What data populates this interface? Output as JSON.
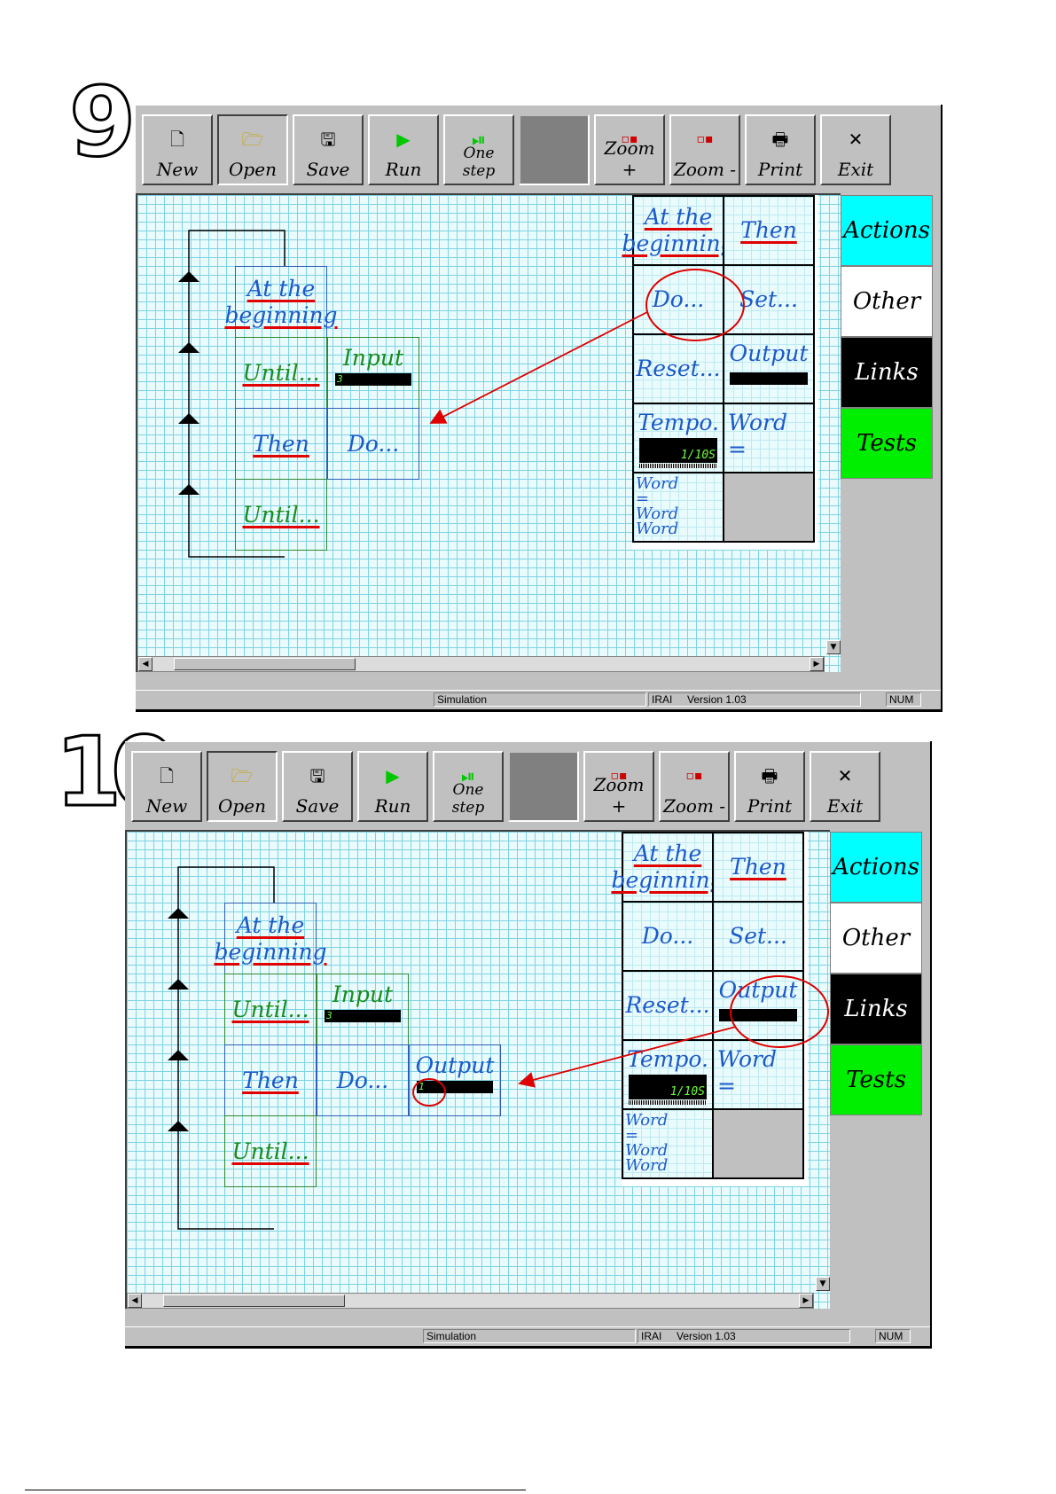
{
  "steps": [
    {
      "number": "9",
      "toolbar": {
        "new": "New",
        "open": "Open",
        "save": "Save",
        "run": "Run",
        "one_step": "One step",
        "zoom_in": "Zoom +",
        "zoom_out": "Zoom -",
        "print": "Print",
        "exit": "Exit"
      },
      "program": {
        "at_beginning_1": "At the",
        "at_beginning_2": "beginning",
        "until_1": "Until...",
        "input_label": "Input",
        "input_value": "3",
        "then": "Then",
        "do": "Do...",
        "until_2": "Until..."
      },
      "palette": {
        "at_beginning_1": "At the",
        "at_beginning_2": "beginning",
        "then": "Then",
        "do": "Do...",
        "set": "Set...",
        "reset": "Reset...",
        "output": "Output",
        "tempo": "Tempo.",
        "tempo_value": "1/10S",
        "word": "Word",
        "word_eq": "=",
        "words_1": "Word",
        "words_2": "=",
        "words_3": "Word",
        "words_4": "Word"
      },
      "side_tabs": {
        "actions": "Actions",
        "other": "Other",
        "links": "Links",
        "tests": "Tests"
      },
      "status": {
        "mode": "Simulation",
        "company": "IRAI",
        "version": "Version 1.03",
        "num": "NUM"
      }
    },
    {
      "number": "10",
      "toolbar": {
        "new": "New",
        "open": "Open",
        "save": "Save",
        "run": "Run",
        "one_step": "One step",
        "zoom_in": "Zoom +",
        "zoom_out": "Zoom -",
        "print": "Print",
        "exit": "Exit"
      },
      "program": {
        "at_beginning_1": "At the",
        "at_beginning_2": "beginning",
        "until_1": "Until...",
        "input_label": "Input",
        "input_value": "3",
        "then": "Then",
        "do": "Do...",
        "output_label": "Output",
        "output_value": "1",
        "until_2": "Until..."
      },
      "palette": {
        "at_beginning_1": "At the",
        "at_beginning_2": "beginning",
        "then": "Then",
        "do": "Do...",
        "set": "Set...",
        "reset": "Reset...",
        "output": "Output",
        "tempo": "Tempo.",
        "tempo_value": "1/10S",
        "word": "Word",
        "word_eq": "=",
        "words_1": "Word",
        "words_2": "=",
        "words_3": "Word",
        "words_4": "Word"
      },
      "side_tabs": {
        "actions": "Actions",
        "other": "Other",
        "links": "Links",
        "tests": "Tests"
      },
      "status": {
        "mode": "Simulation",
        "company": "IRAI",
        "version": "Version 1.03",
        "num": "NUM"
      }
    }
  ],
  "colors": {
    "canvas": "#e9fbfc",
    "grid": "#7fd3e5",
    "actions_tab": "#00ffff",
    "links_tab": "#000000",
    "tests_tab": "#00ff00",
    "annotation": "#e00000",
    "link_blue": "#1c59c9",
    "link_green": "#1a8c1a"
  }
}
